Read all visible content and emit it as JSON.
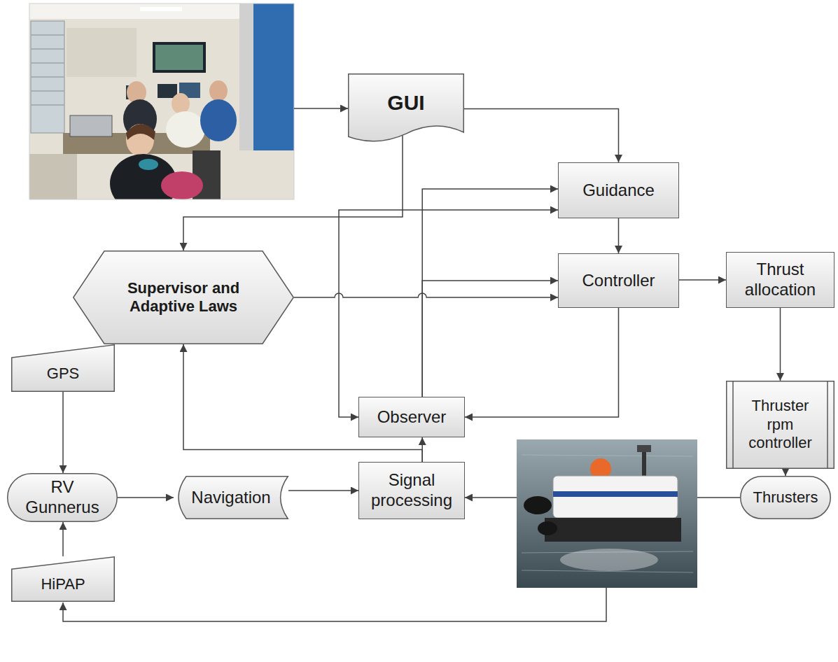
{
  "diagram": {
    "nodes": [
      {
        "text": [
          "GUI"
        ]
      },
      {
        "text": [
          "Guidance"
        ]
      },
      {
        "text": [
          "Supervisor and Adaptive Laws"
        ]
      },
      {
        "text": [
          "Controller"
        ]
      },
      {
        "text": [
          "Thrust allocation"
        ]
      },
      {
        "text": [
          "Thruster rpm controller"
        ]
      },
      {
        "text": [
          "Observer"
        ]
      },
      {
        "text": [
          "GPS"
        ]
      },
      {
        "text": [
          "RV Gunnerus"
        ]
      },
      {
        "text": [
          "Navigation"
        ]
      },
      {
        "text": [
          "Signal processing"
        ]
      },
      {
        "text": [
          "Thrusters"
        ]
      },
      {
        "text": [
          "HiPAP"
        ]
      }
    ],
    "edges": [
      {
        "from": 0,
        "to": 1,
        "arrow": "to"
      },
      {
        "from": 0,
        "to": 2,
        "arrow": "to"
      },
      {
        "from": 1,
        "to": 3,
        "arrow": "to"
      },
      {
        "from": 2,
        "to": 3,
        "arrow": "to"
      },
      {
        "from": 3,
        "to": 4,
        "arrow": "to"
      },
      {
        "from": 4,
        "to": 5,
        "arrow": "to"
      },
      {
        "from": 5,
        "to": 11,
        "arrow": "to"
      },
      {
        "from": 3,
        "to": 6,
        "arrow": "to"
      },
      {
        "from": 6,
        "to": 1,
        "arrow": "to"
      },
      {
        "from": 6,
        "to": 3,
        "arrow": "to"
      },
      {
        "from": 1,
        "to": 6,
        "arrow": "both"
      },
      {
        "from": 10,
        "to": 6,
        "arrow": "to"
      },
      {
        "from": 10,
        "to": 2,
        "arrow": "to"
      },
      {
        "from": 7,
        "to": 8,
        "arrow": "to"
      },
      {
        "from": 12,
        "to": 8,
        "arrow": "to"
      },
      {
        "from": 8,
        "to": 9,
        "arrow": "to"
      },
      {
        "from": 9,
        "to": 10,
        "arrow": "to"
      }
    ]
  }
}
